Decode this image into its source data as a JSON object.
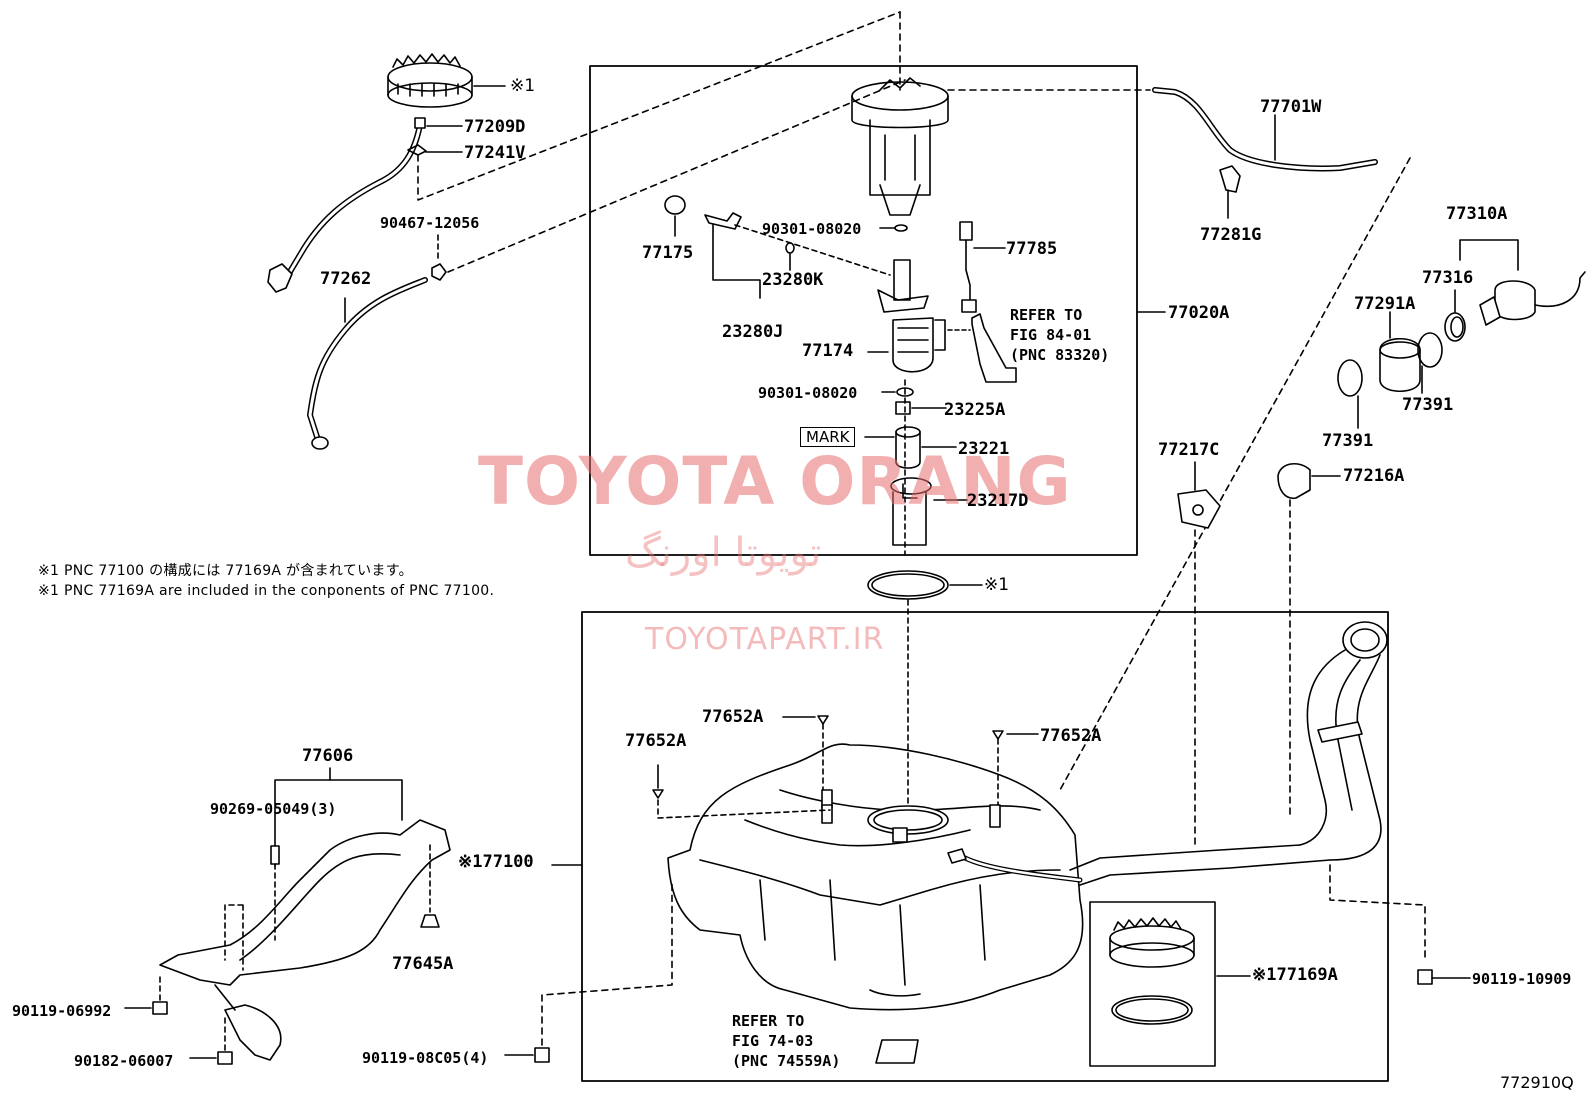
{
  "labels": {
    "p77209D": "77209D",
    "p77241V": "77241V",
    "p90467": "90467-12056",
    "p77262": "77262",
    "p77175": "77175",
    "p90301a": "90301-08020",
    "p23280K": "23280K",
    "p23280J": "23280J",
    "p77174": "77174",
    "p90301b": "90301-08020",
    "p23225A": "23225A",
    "p23221": "23221",
    "p23217D": "23217D",
    "p77785": "77785",
    "p77020A": "77020A",
    "p77701W": "77701W",
    "p77281G": "77281G",
    "p77310A": "77310A",
    "p77316": "77316",
    "p77291A": "77291A",
    "p77391a": "77391",
    "p77391b": "77391",
    "p77217C": "77217C",
    "p77216A": "77216A",
    "p77606": "77606",
    "p90269": "90269-05049(3)",
    "p77100": "※177100",
    "p77645A": "77645A",
    "p90119a": "90119-06992",
    "p90182": "90182-06007",
    "p90119b": "90119-08C05(4)",
    "p77652A1": "77652A",
    "p77652A2": "77652A",
    "p77652A3": "77652A",
    "p77169A": "※177169A",
    "p90119c": "90119-10909",
    "star1a": "※1",
    "star1b": "※1"
  },
  "refs": {
    "fig84": "REFER TO\nFIG 84-01\n(PNC 83320)",
    "fig74": "REFER TO\nFIG 74-03\n(PNC 74559A)"
  },
  "mark": "MARK",
  "notes": {
    "jp": "※1 PNC 77100 の構成には 77169A が含まれています。",
    "en": "※1 PNC 77169A are included in the conponents of PNC 77100."
  },
  "watermark": {
    "main": "TOYOTA ORANG",
    "persian": "تویوتا اورنگ",
    "site": "TOYOTAPART.IR"
  },
  "diagram_code": "772910Q"
}
